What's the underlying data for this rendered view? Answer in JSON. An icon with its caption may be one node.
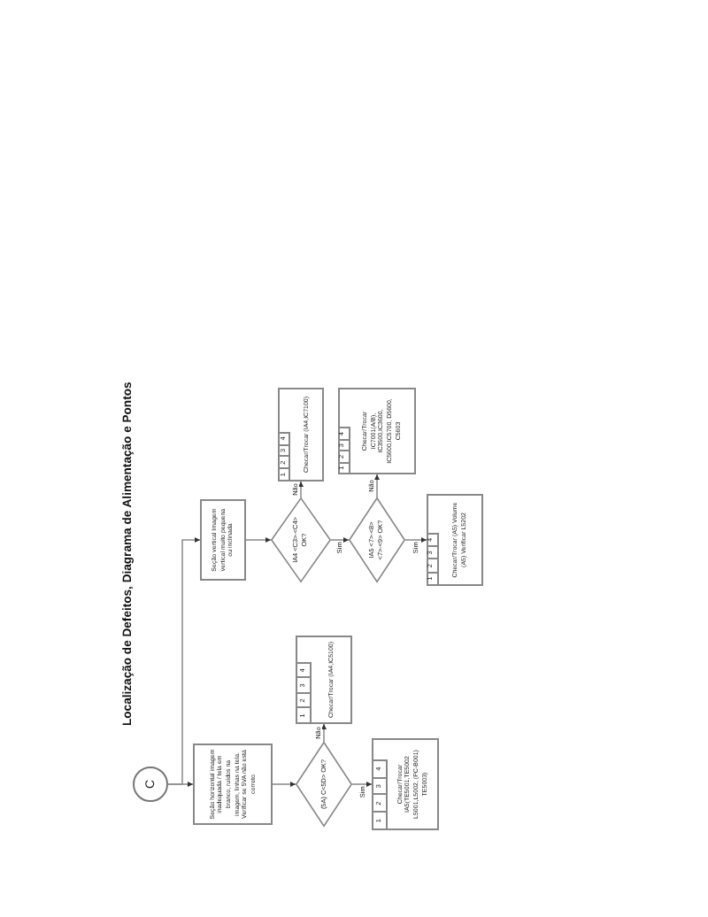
{
  "diagram": {
    "title": "Localização de Defeitos, Diagrama de Alimentação e Pontos",
    "nodes": [
      {
        "text": [
          "C"
        ]
      },
      {
        "text": [
          "Seção horizontal imagem inadequada / tela em branco, ruídos na imagem, linhas na tela. Verificar se 5VA não está correto"
        ]
      },
      {
        "text": [
          "(5A) C<5D> OK?"
        ]
      },
      {
        "text": [
          "1",
          "2",
          "3",
          "4",
          "Checar/Trocar (IA4,IC5100)"
        ]
      },
      {
        "text": [
          "1",
          "2",
          "3",
          "4",
          "Checar/Trocar IA5(TE5001,TE5002 L5001,L5002, (PC-B001) TE5003)"
        ]
      },
      {
        "text": [
          "Seção vertical Imagem vertical muito pequena ou inclinada"
        ]
      },
      {
        "text": [
          "IA4 <C3>-<C4> OK?"
        ]
      },
      {
        "text": [
          "1",
          "2",
          "3",
          "4",
          "Checar/Trocar (IA4,IC7100)"
        ]
      },
      {
        "text": [
          "IA5 <7>-<8> <7>-<9> OK?"
        ]
      },
      {
        "text": [
          "1",
          "2",
          "3",
          "4",
          "Checar/Trocar IC7001(A/B), IC3500,IC3600, IC5600,IC5700, D5600, C5603"
        ]
      },
      {
        "text": [
          "1",
          "2",
          "3",
          "4",
          "Checar/Trocar (A5) Volume (A5) Verificar L5202"
        ]
      }
    ],
    "edges": [
      {
        "from": 0,
        "to": 1,
        "arrow": "to"
      },
      {
        "from": 0,
        "to": 5,
        "arrow": "to"
      },
      {
        "from": 1,
        "to": 2,
        "arrow": "to"
      },
      {
        "from": 2,
        "to": 4,
        "arrow": "to",
        "label": "Sim"
      },
      {
        "from": 2,
        "to": 3,
        "arrow": "to",
        "label": "Não"
      },
      {
        "from": 5,
        "to": 6,
        "arrow": "to"
      },
      {
        "from": 6,
        "to": 7,
        "arrow": "to",
        "label": "Não"
      },
      {
        "from": 6,
        "to": 8,
        "arrow": "to",
        "label": "Sim"
      },
      {
        "from": 8,
        "to": 9,
        "arrow": "to",
        "label": "Não"
      },
      {
        "from": 8,
        "to": 10,
        "arrow": "to",
        "label": "Sim"
      }
    ]
  }
}
